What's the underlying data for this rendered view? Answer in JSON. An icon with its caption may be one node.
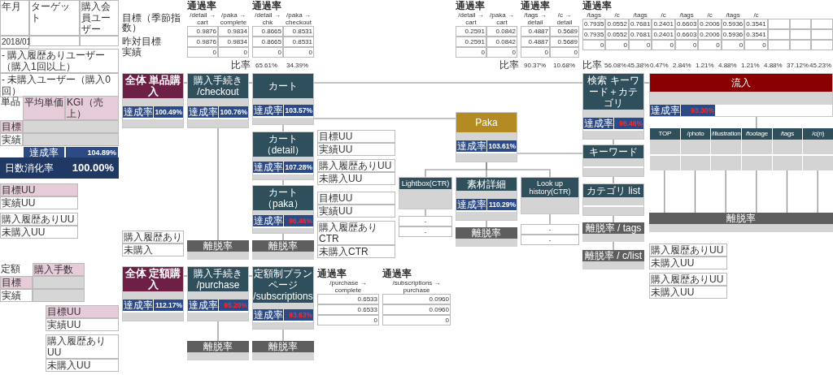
{
  "diagram": {
    "nodes": [
      {
        "text": [
          "年月",
          "ターゲット",
          "購入会員ユーザー",
          "2018/01",
          "- 購入履歴ありユーザー（購入1回以上）",
          "- 未購入ユーザー（購入0回）"
        ]
      },
      {
        "text": [
          "単品",
          "平均単価",
          "KGI（売上）",
          "目標",
          "実績",
          "達成率",
          "104.89%"
        ]
      },
      {
        "text": [
          "日数消化率",
          "100.00%"
        ]
      },
      {
        "text": [
          "目標UU",
          "実績UU"
        ]
      },
      {
        "text": [
          "購入履歴ありUU",
          "未購入UU"
        ]
      },
      {
        "text": [
          "通過率",
          "/detail → cart",
          "/paka → complete",
          "0.9876",
          "0.9834",
          "0.9876",
          "0.9834",
          "0",
          "0"
        ]
      },
      {
        "text": [
          "通過率",
          "/detail → chk",
          "/paka → checkout",
          "0.8665",
          "0.8531",
          "0.8665",
          "0.8531",
          "0",
          "0"
        ]
      },
      {
        "text": [
          "通過率",
          "/detail → cart",
          "/paka → cart",
          "0.2591",
          "0.0842",
          "0.2591",
          "0.0842",
          "0",
          "0"
        ]
      },
      {
        "text": [
          "通過率",
          "/tags → detail",
          "/c → detail",
          "0.4887",
          "0.5689",
          "0.4887",
          "0.5689",
          "0",
          "0"
        ]
      },
      {
        "text": [
          "通過率",
          "/tags",
          "/c",
          "/tags",
          "/c",
          "/tags",
          "/c",
          "/tags",
          "/c",
          "0.7935",
          "0.0552",
          "0.7681",
          "0.2401",
          "0.6603",
          "0.2006",
          "0.5936",
          "0.3541",
          "0.7935",
          "0.0552",
          "0.7681",
          "0.2401",
          "0.6603",
          "0.2006",
          "0.5936",
          "0.3541",
          "0",
          "0",
          "0",
          "0",
          "0",
          "0",
          "0",
          "0"
        ]
      },
      {
        "text": [
          "全体 単品購入",
          "達成率",
          "100.49%"
        ]
      },
      {
        "text": [
          "購入手続き /checkout",
          "達成率",
          "100.76%"
        ]
      },
      {
        "text": [
          "カート",
          "達成率",
          "103.57%"
        ]
      },
      {
        "text": [
          "カート（detail）",
          "達成率",
          "107.28%"
        ]
      },
      {
        "text": [
          "カート（paka）",
          "達成率",
          "96.46%"
        ]
      },
      {
        "text": [
          "目標UU",
          "実績UU"
        ]
      },
      {
        "text": [
          "購入履歴ありUU",
          "未購入UU"
        ]
      },
      {
        "text": [
          "目標UU",
          "実績UU"
        ]
      },
      {
        "text": [
          "購入履歴ありCTR",
          "未購入CTR"
        ]
      },
      {
        "text": [
          "Paka",
          "達成率",
          "103.61%"
        ]
      },
      {
        "text": [
          "Lightbox(CTR)"
        ]
      },
      {
        "text": [
          "素材詳細",
          "達成率",
          "110.29%"
        ]
      },
      {
        "text": [
          "Look up history(CTR)"
        ]
      },
      {
        "text": [
          "-",
          "-"
        ]
      },
      {
        "text": [
          "-",
          "-"
        ]
      },
      {
        "text": [
          "購入履歴ありUU",
          "未購入UU"
        ]
      },
      {
        "text": [
          "購入履歴ありUU",
          "未購入UU"
        ]
      },
      {
        "text": [
          "検索 キーワード＋カテゴリ",
          "達成率",
          "96.46%"
        ]
      },
      {
        "text": [
          "キーワード"
        ]
      },
      {
        "text": [
          "カテゴリ list"
        ]
      },
      {
        "text": [
          "流入",
          "達成率",
          "93.30%"
        ]
      },
      {
        "text": [
          "TOP"
        ]
      },
      {
        "text": [
          "/photo"
        ]
      },
      {
        "text": [
          "/illustration"
        ]
      },
      {
        "text": [
          "/footage"
        ]
      },
      {
        "text": [
          "/tags"
        ]
      },
      {
        "text": [
          "/c(n)"
        ]
      },
      {
        "text": [
          "購入履歴あり",
          "未購入"
        ]
      },
      {
        "text": [
          "離脱率"
        ]
      },
      {
        "text": [
          "離脱率"
        ]
      },
      {
        "text": [
          "離脱率"
        ]
      },
      {
        "text": [
          "離脱率 / tags"
        ]
      },
      {
        "text": [
          "離脱率 / c/list"
        ]
      },
      {
        "text": [
          "離脱率"
        ]
      },
      {
        "text": [
          "定額",
          "購入手数",
          "目標",
          "実績"
        ]
      },
      {
        "text": [
          "目標UU",
          "実績UU"
        ]
      },
      {
        "text": [
          "購入履歴ありUU",
          "未購入UU"
        ]
      },
      {
        "text": [
          "通過率",
          "/purchase → complete",
          "0.6533",
          "0.6533",
          "0"
        ]
      },
      {
        "text": [
          "通過率",
          "/subscriptions → purchase",
          "0.0960",
          "0.0960",
          "0"
        ]
      },
      {
        "text": [
          "全体 定額購入",
          "達成率",
          "112.17%"
        ]
      },
      {
        "text": [
          "購入手続き /purchase",
          "達成率",
          "95.20%"
        ]
      },
      {
        "text": [
          "定額制プランページ /subscriptions",
          "達成率",
          "93.63%"
        ]
      },
      {
        "text": [
          "離脱率"
        ]
      },
      {
        "text": [
          "離脱率"
        ]
      }
    ],
    "edges": [
      {
        "from": 10,
        "to": 11,
        "arrow": "none"
      },
      {
        "from": 11,
        "to": 12,
        "arrow": "none"
      },
      {
        "from": 12,
        "to": 27,
        "arrow": "none"
      },
      {
        "from": 27,
        "to": 30,
        "arrow": "none"
      },
      {
        "from": 11,
        "to": 38,
        "arrow": "none"
      },
      {
        "from": 12,
        "to": 13,
        "arrow": "none"
      },
      {
        "from": 13,
        "to": 14,
        "arrow": "none"
      },
      {
        "from": 14,
        "to": 39,
        "arrow": "none"
      },
      {
        "from": 12,
        "to": 19,
        "arrow": "none"
      },
      {
        "from": 19,
        "to": 21,
        "arrow": "none"
      },
      {
        "from": 21,
        "to": 40,
        "arrow": "none"
      },
      {
        "from": 19,
        "to": 20,
        "arrow": "none"
      },
      {
        "from": 19,
        "to": 22,
        "arrow": "none"
      },
      {
        "from": 27,
        "to": 28,
        "arrow": "none"
      },
      {
        "from": 28,
        "to": 29,
        "arrow": "none"
      },
      {
        "from": 29,
        "to": 41,
        "arrow": "none"
      },
      {
        "from": 41,
        "to": 42,
        "arrow": "none"
      },
      {
        "from": 30,
        "to": 34,
        "arrow": "none"
      },
      {
        "from": 31,
        "to": 43,
        "arrow": "none"
      },
      {
        "from": 32,
        "to": 43,
        "arrow": "none"
      },
      {
        "from": 33,
        "to": 43,
        "arrow": "none"
      },
      {
        "from": 34,
        "to": 43,
        "arrow": "none"
      },
      {
        "from": 35,
        "to": 43,
        "arrow": "none"
      },
      {
        "from": 36,
        "to": 43,
        "arrow": "none"
      },
      {
        "from": 28,
        "to": 19,
        "arrow": "none"
      },
      {
        "from": 49,
        "to": 50,
        "arrow": "none"
      },
      {
        "from": 50,
        "to": 51,
        "arrow": "none"
      },
      {
        "from": 50,
        "to": 52,
        "arrow": "none"
      },
      {
        "from": 51,
        "to": 53,
        "arrow": "none"
      },
      {
        "from": 20,
        "to": 23,
        "arrow": "none"
      },
      {
        "from": 22,
        "to": 24,
        "arrow": "none"
      }
    ],
    "labels": [
      "目標（季節指数）",
      "昨対目標",
      "実績",
      "比率",
      "65.61%",
      "34.39%",
      "比率",
      "90.37%",
      "10.68%",
      "比率",
      "56.08%",
      "45.38%",
      "0.47%",
      "2.84%",
      "1.21%",
      "4.88%",
      "1.21%",
      "4.88%",
      "37.12%",
      "45.23%"
    ]
  }
}
